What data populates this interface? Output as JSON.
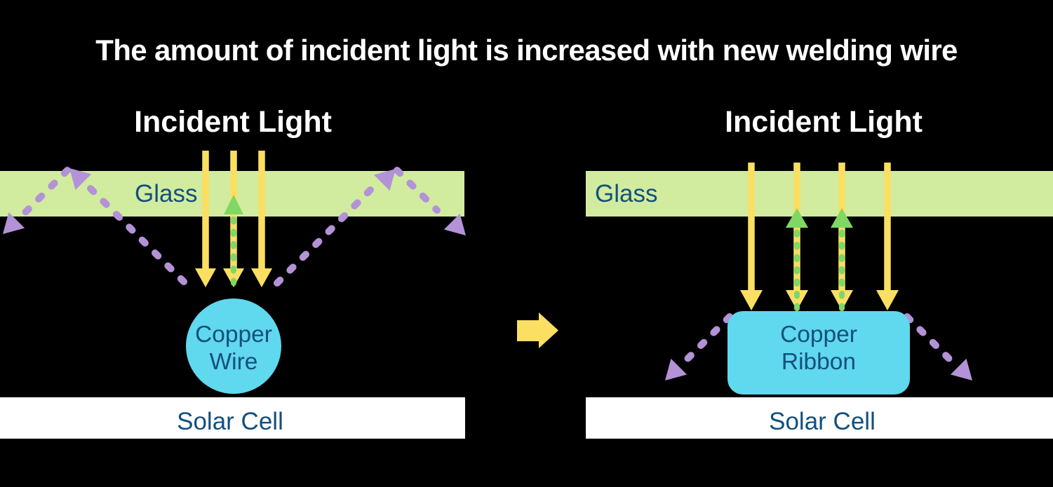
{
  "title": "The amount of incident light is increased with new welding wire",
  "colors": {
    "background": "#000000",
    "title_text": "#ffffff",
    "label_text": "#144f7f",
    "glass": "#d1ec9e",
    "incident_ray": "#fbdf63",
    "reflected_ray": "#80d763",
    "lost_ray": "#b392d7",
    "conductor": "#60d8ee",
    "solar_cell": "#ffffff",
    "transition_arrow": "#fbdf63"
  },
  "left_panel": {
    "incident_light_label": "Incident Light",
    "glass_label": "Glass",
    "conductor_label_line1": "Copper",
    "conductor_label_line2": "Wire",
    "solar_cell_label": "Solar Cell",
    "incident_ray_count": 3,
    "reflected_up_ray_count": 1,
    "lost_reflection_ray_count": 2
  },
  "right_panel": {
    "incident_light_label": "Incident Light",
    "glass_label": "Glass",
    "conductor_label_line1": "Copper",
    "conductor_label_line2": "Ribbon",
    "solar_cell_label": "Solar Cell",
    "incident_ray_count": 4,
    "reflected_up_ray_count": 2,
    "lost_reflection_ray_count": 2
  }
}
